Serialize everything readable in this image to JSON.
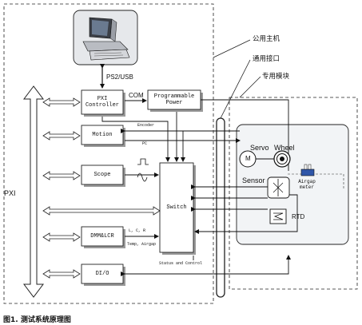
{
  "labels": {
    "pxi": "PXI",
    "ps2usb": "PS2/USB",
    "com": "COM",
    "pxi_controller": "PXI\nController",
    "programmable_power": "Programmable\nPower",
    "motion": "Motion",
    "scope": "Scope",
    "switch": "Switch",
    "dmm": "DMM&LCR",
    "dio": "DI/O",
    "encoder": "Encoder",
    "pc": "PC",
    "lcr_params": "L, C, R",
    "temp_airgap": "Temp, Airgap",
    "status_control": "Status and Control",
    "servo": "Servo",
    "wheel": "Wheel",
    "motor_m": "M",
    "sensor": "Sensor",
    "airgap_meter": "Airgap\nmeter",
    "rtd": "RTD",
    "public_host": "公用主机",
    "common_interface": "通用接口",
    "dedicated_module": "专用模块"
  },
  "caption": "图1.  测试系统原理图"
}
